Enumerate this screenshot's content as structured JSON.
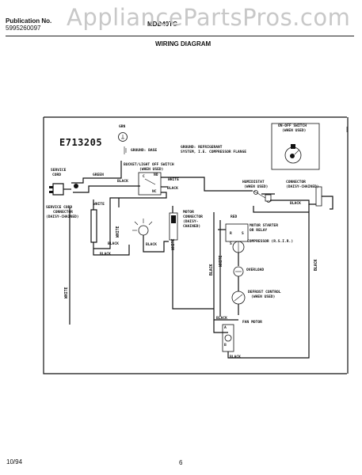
{
  "header": {
    "publication_label": "Publication No.",
    "publication_number": "5995260097",
    "model": "MDD40TG",
    "watermark": "AppliancePartsPros.com",
    "title": "WIRING DIAGRAM"
  },
  "diagram": {
    "id": "E713205",
    "labels": {
      "ground_symbol": "GRN",
      "ground_base": "GROUND: BASE",
      "ground_refrig_1": "GROUND: REFRIGERANT",
      "ground_refrig_2": "SYSTEM, I.E. COMPRESSOR FLANGE",
      "bucket_switch_1": "BUCKET/LIGHT OFF SWITCH",
      "bucket_switch_2": "(WHEN USED)",
      "on_off_1": "ON-OFF SWITCH",
      "on_off_2": "(WHEN USED)",
      "service_cord_1": "SERVICE",
      "service_cord_2": "CORD",
      "green": "GREEN",
      "black": "BLACK",
      "white": "WHITE",
      "term_c": "C",
      "term_no": "NO",
      "term_nc": "NC",
      "humidistat_1": "HUMIDISTAT",
      "humidistat_2": "(WHEN USED)",
      "connector_1": "CONNECTOR",
      "connector_2": "(DAISY-CHAINED)",
      "cord_connector_1": "SERVICE CORD",
      "cord_connector_2": "CONNECTOR",
      "cord_connector_3": "(DAISY-CHAINED)",
      "motor_conn_1": "MOTOR",
      "motor_conn_2": "CONNECTOR",
      "motor_conn_3": "(DAISY-",
      "motor_conn_4": "CHAINED)",
      "red": "RED",
      "starter_1": "MOTOR STARTER",
      "starter_2": "OR RELAY",
      "term_r": "R",
      "term_s": "S",
      "compressor": "COMPRESSOR (R.S.I.R.)",
      "overload": "OVERLOAD",
      "defrost_1": "DEFROST CONTROL",
      "defrost_2": "(WHEN USED)",
      "fan_motor": "FAN MOTOR",
      "term_a": "A",
      "term_b": "B"
    }
  },
  "footer": {
    "date": "10/94",
    "page": "6"
  }
}
